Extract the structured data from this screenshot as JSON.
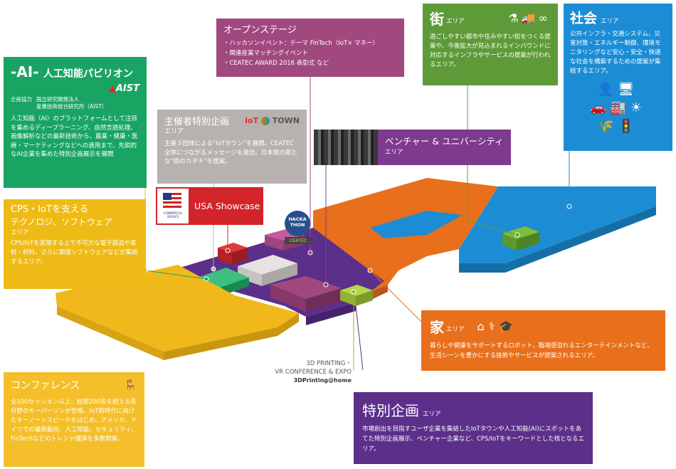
{
  "colors": {
    "ai_green": "#1aa463",
    "cps_yellow": "#eebb16",
    "conf_yellow": "#f4bf2a",
    "open_purple": "#a1497f",
    "organizer_gray": "#b7b2b0",
    "machi_green": "#5e9b38",
    "shakai_blue": "#1c8dd4",
    "ie_orange": "#e8701c",
    "tokubetsu_purple": "#5b2f8a",
    "usa_red": "#d3242a",
    "venture_purple": "#7d3a8e"
  },
  "ai": {
    "title_a": "-AI-",
    "title_b": "人工知能パビリオン",
    "logo": "AIST",
    "coop_label": "企画協力",
    "coop_name1": "国立研究開発法人",
    "coop_name2": "産業技術総合研究所（AIST）",
    "desc": "人工知能（AI）のプラットフォームとして注目を集めるディープラーニング、自然言語処理、画像解析などの最新技術から、農業・健康・医療・マーケティングなどへの適用まで、先鋭的なAI企業を集めた特別企画展示を展開"
  },
  "open_stage": {
    "title": "オープンステージ",
    "items": [
      "・ハッカソンイベント：テーマ FinTech（IoT× マネー）",
      "・関連産業マッチングイベント",
      "・CEATEC AWARD 2016 表彰式 など"
    ]
  },
  "organizer": {
    "title": "主催者特別企画",
    "title2": "エリア",
    "logo_a": "IoT",
    "logo_b": "TOWN",
    "desc": "主催３団体による“IoTタウン”を展開。CEATEC全体につながるメッセージを発信。日本発の新たな“街のカタチ”を提案。"
  },
  "machi": {
    "title": "街",
    "suffix": "エリア",
    "desc": "過ごしやすい都市や住みやすい街をつくる提案や、今後拡大が見込まれるインバウンドに対応するインフラやサービスの提案が行われるエリア。"
  },
  "shakai": {
    "title": "社会",
    "suffix": "エリア",
    "desc": "公共インフラ・交通システム、災害対策・エネルギー制御、環境モニタリングなど安心・安全・快適な社会を構築するための提案が集結するエリア。"
  },
  "venture": {
    "title": "ベンチャー & ユニバーシティ",
    "suffix": "エリア"
  },
  "usa": {
    "label": "USA Showcase",
    "seal_text": "COMMERCIAL SERVICE"
  },
  "hackathon": {
    "line1": "HACKA",
    "line2": "THON",
    "badge": "CEATEC"
  },
  "cps": {
    "title1": "CPS・IoTを支える",
    "title2": "テクノロジ、ソフトウェア",
    "suffix": "エリア",
    "desc": "CPS/IoTを実現する上で不可欠な電子部品や素材・材料、さらに関連ソフトウェアなどが集結するエリア。"
  },
  "ie": {
    "title": "家",
    "suffix": "エリア",
    "desc": "暮らしや健康をサポートするロボット、臨場感溢れるエンターテインメントなど、生活シーンを豊かにする技術やサービスが提案されるエリア。"
  },
  "printing": {
    "line1": "3D PRINTING・",
    "line2": "VR CONFERENCE & EXPO",
    "logo": "3DPrinting@home"
  },
  "conference": {
    "title": "コンファレンス",
    "desc": "全100セッション以上、総勢200名を超える各分野のキーパーソンが登壇。IoT新時代に向けたキーノートスピーチをはじめ、アメリカ、ドイツでの最新動向、人工知能、セキュリティ、FinTechなどのトレンド講演を多数開催。"
  },
  "tokubetsu": {
    "title": "特別企画",
    "suffix": "エリア",
    "desc": "市場創出を目指すユーザ企業を集結したIoTタウンや人工知能(AI)にスポットをあてた特別企画展示、ベンチャー企業など、CPS/IoTをキーワードとした核となるエリア。"
  }
}
